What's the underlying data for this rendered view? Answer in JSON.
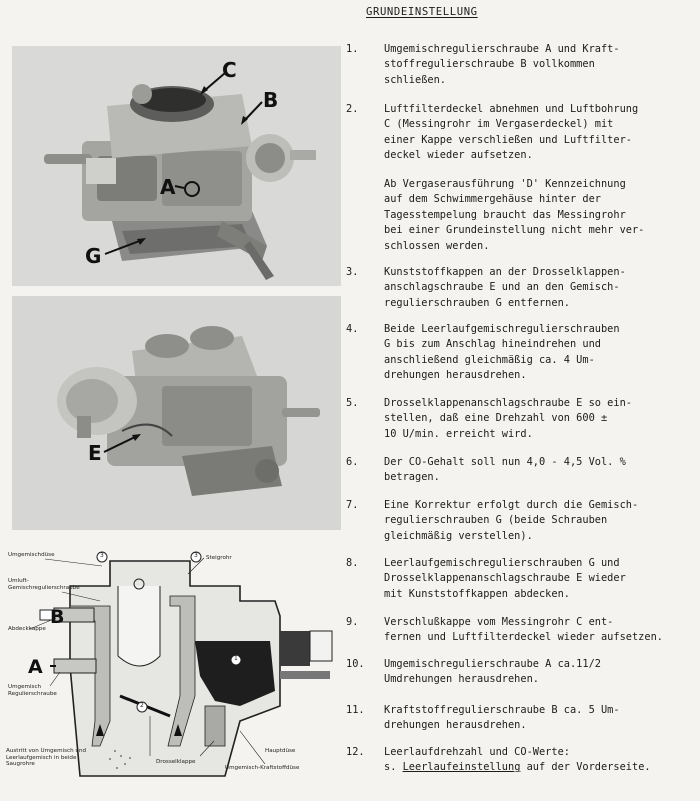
{
  "heading": "GRUNDEINSTELLUNG",
  "steps": [
    {
      "num": "1.",
      "text": "Umgemischregulierschraube A und Kraft-\nstoffregulierschraube B vollkommen\nschließen."
    },
    {
      "num": "2.",
      "text": "Luftfilterdeckel abnehmen und Luftbohrung\nC (Messingrohr im Vergaserdeckel) mit\neiner Kappe verschließen und Luftfilter-\ndeckel wieder aufsetzen."
    },
    {
      "num": "3.",
      "text": "Kunststoffkappen an der Drosselklappen-\nanschlagschraube E und an den Gemisch-\nregulierschrauben G entfernen."
    },
    {
      "num": "4.",
      "text": "Beide Leerlaufgemischregulierschrauben\nG bis zum Anschlag hineindrehen und\nanschließend gleichmäßig ca. 4 Um-\ndrehungen herausdrehen."
    },
    {
      "num": "5.",
      "text": "Drosselklappenanschlagschraube E so ein-\nstellen, daß eine Drehzahl von 600 ±\n10 U/min. erreicht wird."
    },
    {
      "num": "6.",
      "text": "Der CO-Gehalt soll nun 4,0 - 4,5 Vol. %\nbetragen."
    },
    {
      "num": "7.",
      "text": "Eine Korrektur erfolgt durch die Gemisch-\nregulierschrauben G (beide Schrauben\ngleichmäßig verstellen)."
    },
    {
      "num": "8.",
      "text": "Leerlaufgemischregulierschrauben G und\nDrosselklappenanschlagschraube E wieder\nmit Kunststoffkappen abdecken."
    },
    {
      "num": "9.",
      "text": "Verschlußkappe vom Messingrohr C ent-\nfernen und Luftfilterdeckel wieder aufsetzen."
    },
    {
      "num": "10.",
      "text": "Umgemischregulierschraube A ca.11/2\nUmdrehungen herausdrehen."
    },
    {
      "num": "11.",
      "text": "Kraftstoffregulierschraube B ca. 5 Um-\ndrehungen herausdrehen."
    },
    {
      "num": "12.",
      "text": "Leerlaufdrehzahl und CO-Werte:"
    }
  ],
  "step12_prefix": "s. ",
  "step12_link": "Leerlaufeinstellung",
  "step12_suffix": " auf der Vorderseite.",
  "note": "Ab Vergaserausführung 'D' Kennzeichnung\nauf dem Schwimmergehäuse hinter der\nTagesstempelung braucht das Messingrohr\nbei einer Grundeinstellung nicht mehr ver-\nschlossen werden.",
  "photo1": {
    "callouts": {
      "c": "C",
      "b": "B",
      "a": "A",
      "g": "G"
    }
  },
  "photo2": {
    "callouts": {
      "e": "E"
    }
  },
  "diagram": {
    "letters": {
      "b": "B",
      "a": "A"
    },
    "circled": [
      "3",
      "3",
      "2",
      "1"
    ],
    "labels": {
      "umgemischduese": "Umgemischdüse",
      "umluft": "Umluft-\nGemischregulierschraube",
      "abdeckkappe": "Abdeckkappe",
      "steigrohr": "Steigrohr",
      "umgemisch_reg": "Umgemisch\nRegulierschraube",
      "austritt": "Austritt von Umgemisch und\nLeerlaufgemisch in beide\nSaugrohre",
      "drosselklappe": "Drosselklappe",
      "kraftstoffduese": "Umgemisch-Kraftstoffdüse",
      "hauptduese": "Hauptdüse"
    }
  }
}
